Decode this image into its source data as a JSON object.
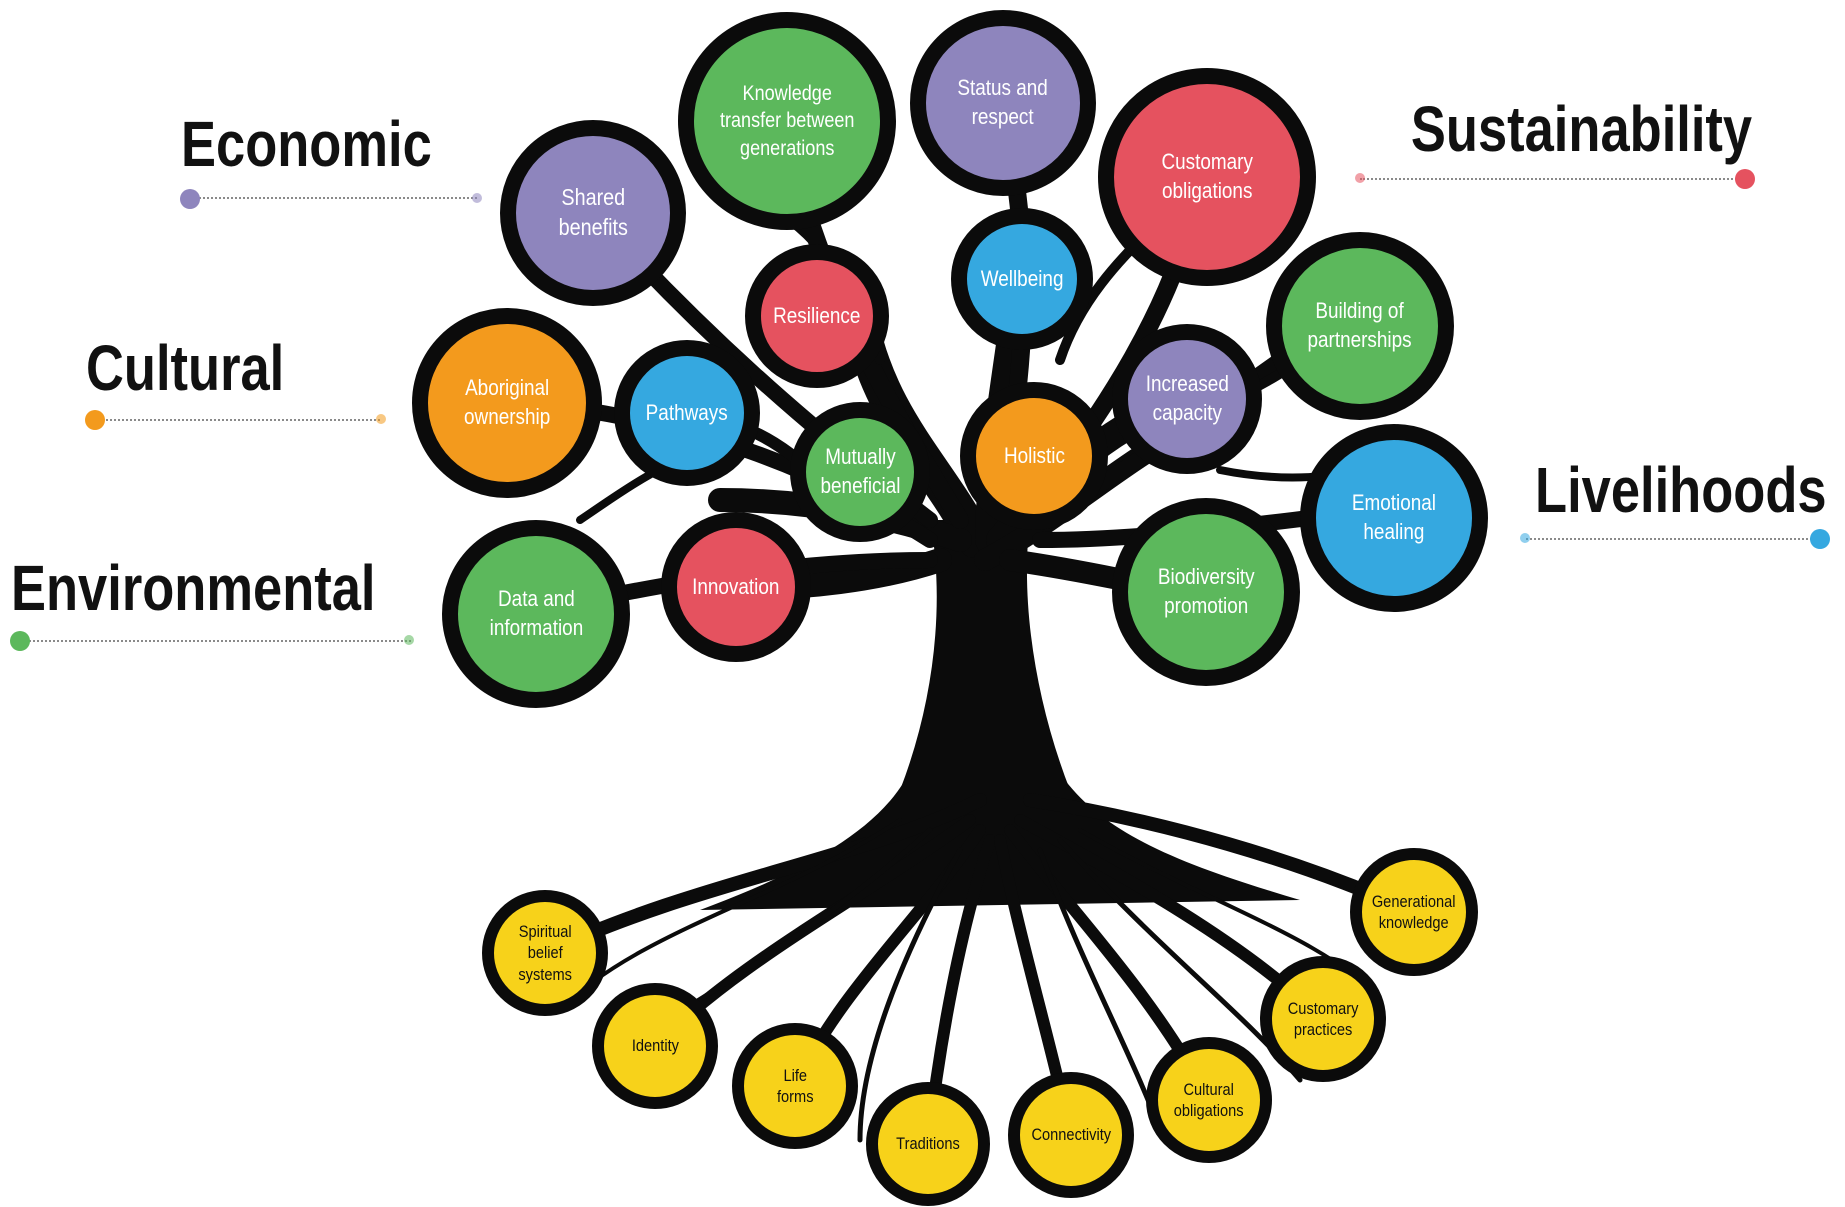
{
  "colors": {
    "economic": "#8e85bd",
    "cultural": "#f39a1d",
    "environmental": "#5cb85c",
    "sustainability": "#e5525f",
    "livelihoods": "#35a8e0",
    "roots": "#f7d21a",
    "tree": "#0b0b0b"
  },
  "legend": {
    "economic": "Economic",
    "cultural": "Cultural",
    "environmental": "Environmental",
    "sustainability": "Sustainability",
    "livelihoods": "Livelihoods"
  },
  "canopy": {
    "shared_benefits": "Shared\nbenefits",
    "knowledge_transfer": "Knowledge\ntransfer between\ngenerations",
    "status_and_respect": "Status and\nrespect",
    "customary_obligations": "Customary\nobligations",
    "resilience": "Resilience",
    "wellbeing": "Wellbeing",
    "building_partnerships": "Building of\npartnerships",
    "aboriginal_ownership": "Aboriginal\nownership",
    "pathways": "Pathways",
    "mutually_beneficial": "Mutually\nbeneficial",
    "holistic": "Holistic",
    "increased_capacity": "Increased\ncapacity",
    "emotional_healing": "Emotional\nhealing",
    "data_and_information": "Data and\ninformation",
    "innovation": "Innovation",
    "biodiversity_promotion": "Biodiversity\npromotion"
  },
  "roots": {
    "spiritual_belief_systems": "Spiritual\nbelief\nsystems",
    "identity": "Identity",
    "life_forms": "Life\nforms",
    "traditions": "Traditions",
    "connectivity": "Connectivity",
    "cultural_obligations": "Cultural\nobligations",
    "customary_practices": "Customary\npractices",
    "generational_knowledge": "Generational\nknowledge"
  }
}
